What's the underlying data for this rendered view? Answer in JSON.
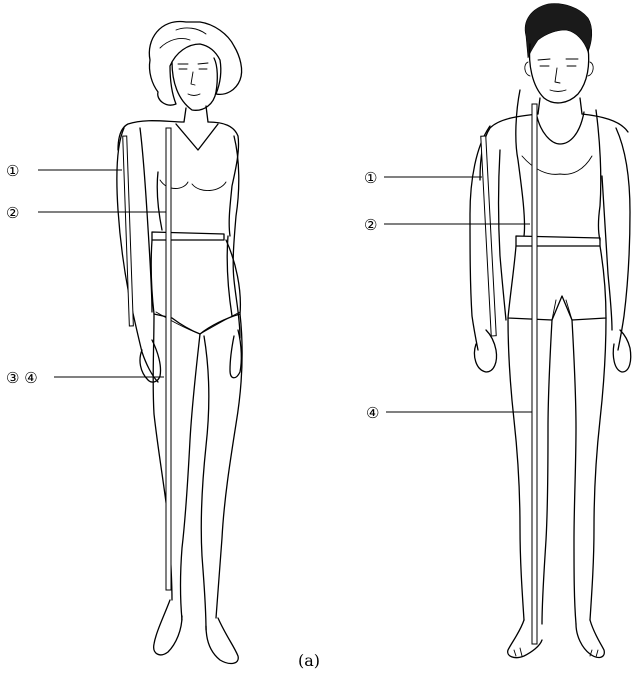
{
  "figure": {
    "caption": "(a)"
  },
  "female_figure": {
    "markers": {
      "m1": "①",
      "m2": "②",
      "m34": "③ ④"
    }
  },
  "male_figure": {
    "markers": {
      "m1": "①",
      "m2": "②",
      "m4": "④"
    }
  }
}
